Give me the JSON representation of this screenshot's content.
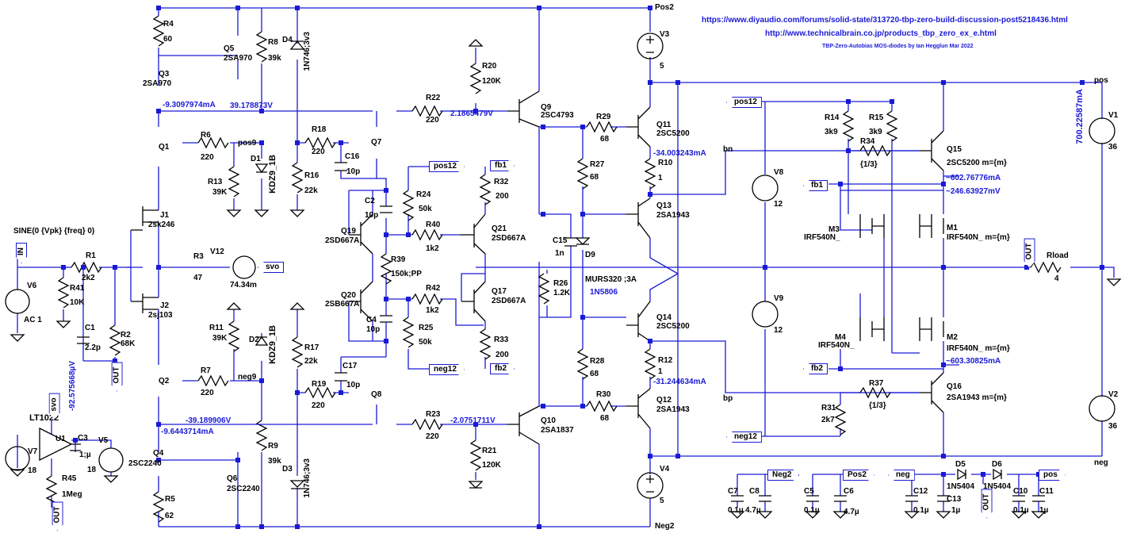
{
  "header": {
    "url1": "https://www.diyaudio.com/forums/solid-state/313720-tbp-zero-build-discussion-post5218436.html",
    "url2": "http://www.technicalbrain.co.jp/products_tbp_zero_ex_e.html",
    "credit": "TBP-Zero-Autobias MOS-diodes by Ian Hegglun Mar 2022"
  },
  "rails": {
    "pos2": "Pos2",
    "neg2": "Neg2",
    "pos": "pos",
    "neg": "neg"
  },
  "components": {
    "R4": "R4",
    "R4v": "60",
    "Q5": "Q5",
    "Q5m": "2SA970",
    "Q3": "Q3",
    "Q3m": "2SA970",
    "R8": "R8",
    "R8v": "39k",
    "D4": "D4",
    "D4m": "1N746;3v3",
    "Q1": "Q1",
    "R6": "R6",
    "R6v": "220",
    "R13": "R13",
    "R13v": "39K",
    "D1": "D1",
    "D1m": "KDZ9_1B",
    "R18": "R18",
    "R18v": "220",
    "C16": "C16",
    "C16v": "10p",
    "Q7": "Q7",
    "R16": "R16",
    "R16v": "22k",
    "R22": "R22",
    "R22v": "220",
    "R20": "R20",
    "R20v": "120K",
    "Q9": "Q9",
    "Q9m": "2SC4793",
    "R29": "R29",
    "R29v": "68",
    "Q11": "Q11",
    "Q11m": "2SC5200",
    "R10": "R10",
    "R10v": "1",
    "R27": "R27",
    "R27v": "68",
    "V3": "V3",
    "V3v": "5",
    "C2": "C2",
    "C2v": "10p",
    "R24": "R24",
    "R24v": "50k",
    "R32": "R32",
    "R32v": "200",
    "Q19": "Q19",
    "Q19m": "2SD667A",
    "R40": "R40",
    "R40v": "1k2",
    "Q21": "Q21",
    "Q21m": "2SD667A",
    "J1": "J1",
    "J1m": "2sk246",
    "R1": "R1",
    "R1v": "2k2",
    "R41": "R41",
    "R41v": "10K",
    "V6": "V6",
    "V6v": "AC 1",
    "sine": "SINE(0 {Vpk} {freq} 0)",
    "in": "IN",
    "R3": "R3",
    "R3v": "47",
    "V12": "V12",
    "V12v": "74.34m",
    "svo": "svo",
    "R39": "R39",
    "R39v": "150k;PP",
    "C15": "C15",
    "C15v": "1n",
    "D9": "D9",
    "D9m": "MURS320 ;3A",
    "D9b": "1N5806",
    "R26": "R26",
    "R26v": "1.2K",
    "Q13": "Q13",
    "Q13m": "2SA1943",
    "J2": "J2",
    "J2m": "2sj103",
    "C1": "C1",
    "C1v": "2.2p",
    "R2": "R2",
    "R2v": "68K",
    "out": "OUT",
    "Q20": "Q20",
    "Q20m": "2SB667A",
    "R42": "R42",
    "R42v": "1k2",
    "Q17": "Q17",
    "Q17m": "2SD667A",
    "C4": "C4",
    "C4v": "10p",
    "R25": "R25",
    "R25v": "50k",
    "R33": "R33",
    "R33v": "200",
    "R11": "R11",
    "R11v": "39K",
    "D2": "D2",
    "D2m": "KDZ9_1B",
    "R17": "R17",
    "R17v": "22k",
    "Q14": "Q14",
    "Q14m": "2SC5200",
    "R12": "R12",
    "R12v": "1",
    "R28": "R28",
    "R28v": "68",
    "Q2": "Q2",
    "R7": "R7",
    "R7v": "220",
    "C17": "C17",
    "C17v": "10p",
    "R19": "R19",
    "R19v": "220",
    "Q8": "Q8",
    "R30": "R30",
    "R30v": "68",
    "Q12": "Q12",
    "Q12m": "2SA1943",
    "R23": "R23",
    "R23v": "220",
    "Q10": "Q10",
    "Q10m": "2SA1837",
    "R21": "R21",
    "R21v": "120K",
    "Q4": "Q4",
    "Q4m": "2SC2240",
    "Q6": "Q6",
    "Q6m": "2SC2240",
    "R5": "R5",
    "R5v": "62",
    "R9": "R9",
    "R9v": "39k",
    "D3": "D3",
    "D3m": "1N746;3v3",
    "V4": "V4",
    "V4v": "5",
    "U1": "U1",
    "U1m": "LT1022",
    "C3": "C3",
    "C3v": "1;µ",
    "V5": "V5",
    "V5v": "18",
    "V7": "V7",
    "V7v": "18",
    "R45": "R45",
    "R45v": "1Meg",
    "R14": "R14",
    "R14v": "3k9",
    "R15": "R15",
    "R15v": "3k9",
    "R34": "R34",
    "R34v": "{1/3}",
    "Q15": "Q15",
    "Q15m": "2SC5200 m={m}",
    "V8": "V8",
    "V8v": "12",
    "M3": "M3",
    "M3m": "IRF540N_",
    "M1": "M1",
    "M1m": "IRF540N_ m={m}",
    "Rload": "Rload",
    "Rloadv": "4",
    "V1": "V1",
    "V1v": "36",
    "V9": "V9",
    "V9v": "12",
    "M4": "M4",
    "M4m": "IRF540N_",
    "M2": "M2",
    "M2m": "IRF540N_ m={m}",
    "R31": "R31",
    "R31v": "2k7",
    "R37": "R37",
    "R37v": "{1/3}",
    "Q16": "Q16",
    "Q16m": "2SA1943 m={m}",
    "V2": "V2",
    "V2v": "36",
    "bn": "bn",
    "bp": "bp",
    "pos9": "pos9",
    "neg9": "neg9",
    "pos12": "pos12",
    "neg12": "neg12",
    "fb1": "fb1",
    "fb2": "fb2",
    "C7": "C7",
    "C7v": "0.1µ",
    "C8": "C8",
    "C8v": "4.7µ",
    "C5": "C5",
    "C5v": "0.1µ",
    "C6": "C6",
    "C6v": "4.7µ",
    "C12": "C12",
    "C12v": "0.1µ",
    "C13": "C13",
    "C13v": "1µ",
    "D5": "D5",
    "D5m": "1N5404",
    "D6": "D6",
    "D6m": "1N5404",
    "C10": "C10",
    "C10v": "0.1µ",
    "C11": "C11",
    "C11v": "1µ"
  },
  "readouts": {
    "i_q3": "-9.3097974mA",
    "v_q5": "39.178873V",
    "v_q9": "2.1865479V",
    "i_q11": "-34.003243mA",
    "i_q15": "~602.76776mA",
    "v_q15": "~246.63927mV",
    "i_v1": "700.22587mA",
    "v_q4": "-39.189906V",
    "i_q4": "-9.6443714mA",
    "v_q10": "-2.0751711V",
    "i_q12": "-31.244634mA",
    "i_q16": "~603.30825mA",
    "v_u1": "-92.575668µV"
  }
}
